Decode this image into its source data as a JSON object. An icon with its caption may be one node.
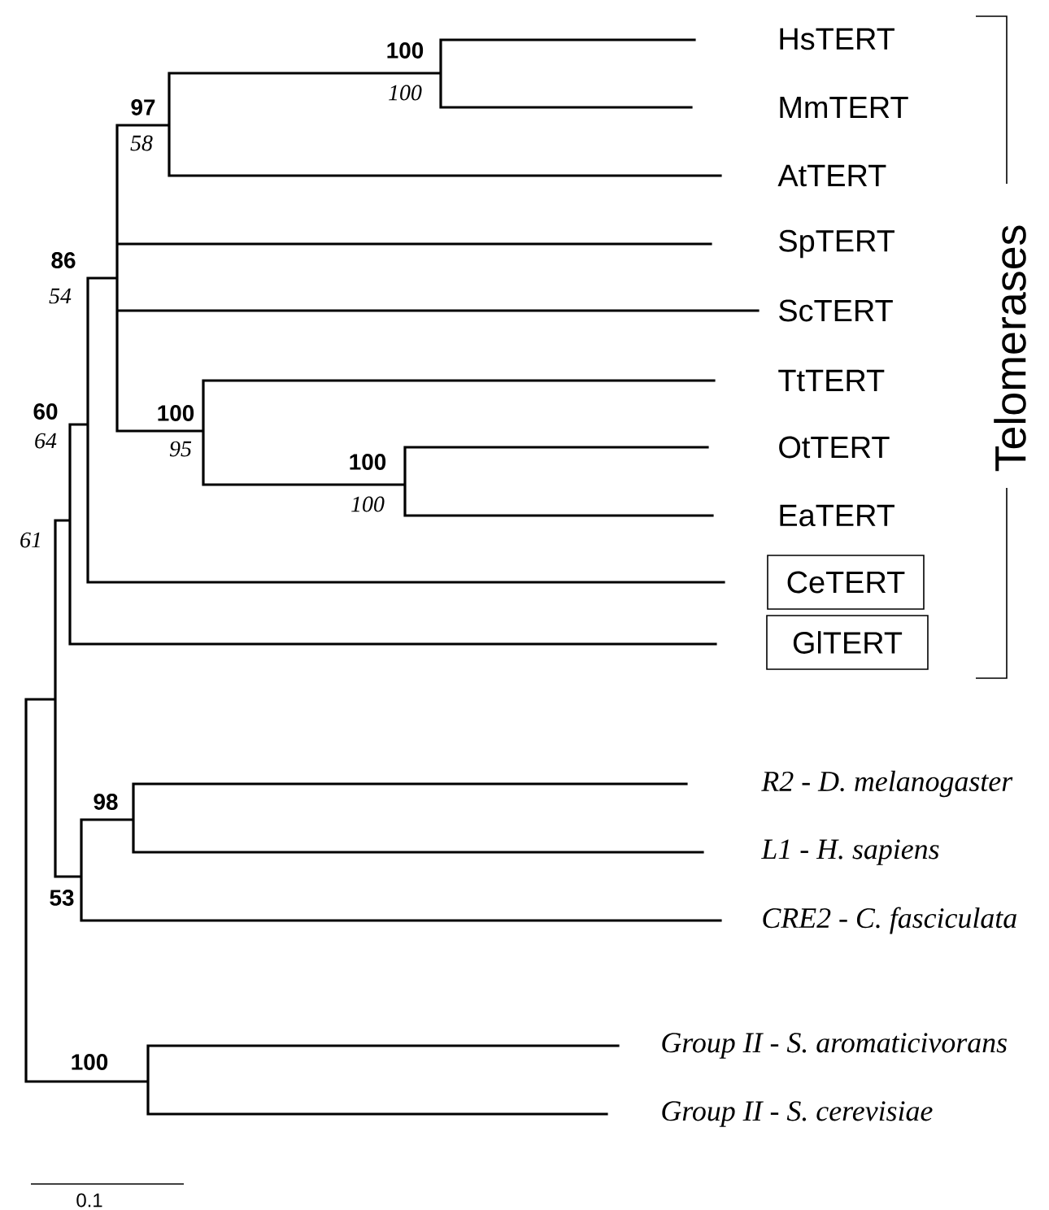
{
  "diagram": {
    "nodes": [
      {
        "text": [
          "CeTERT"
        ]
      },
      {
        "text": [
          "GlTERT"
        ]
      }
    ],
    "labels": [
      "HsTERT",
      "100",
      "100",
      "97",
      "MmTERT",
      "58",
      "AtTERT",
      "SpTERT",
      "86",
      "54",
      "ScTERT",
      "Telomerases",
      "TtTERT",
      "60",
      "100",
      "64",
      "OtTERT",
      "95",
      "100",
      "100",
      "EaTERT",
      "61",
      "R2 - D. melanogaster",
      "98",
      "L1 - H. sapiens",
      "53",
      "CRE2 - C. fasciculata",
      "Group II - S. aromaticivorans",
      "100",
      "Group II - S. cerevisiae",
      "0.1"
    ]
  }
}
